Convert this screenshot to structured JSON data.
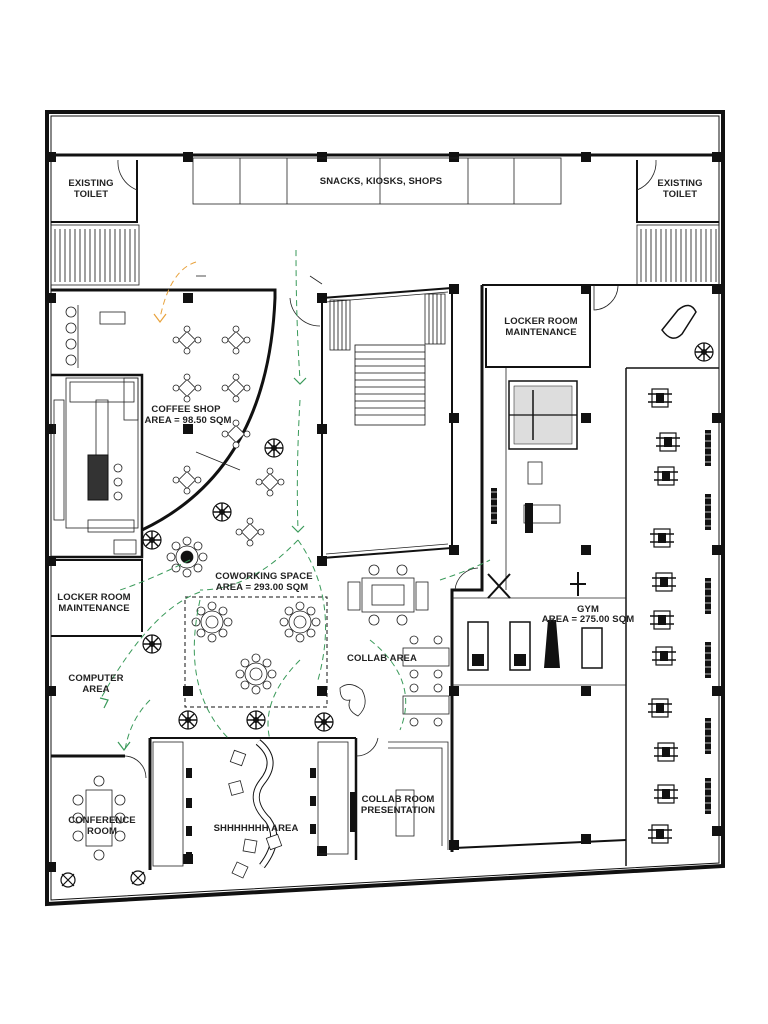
{
  "colors": {
    "wall": "#111111",
    "circulation_flow": "#3a9a5a",
    "entry_arrow": "#e8a23c",
    "background": "#ffffff"
  },
  "rooms": {
    "existing_toilet_left": [
      "EXISTING",
      "TOILET"
    ],
    "existing_toilet_right": [
      "EXISTING",
      "TOILET"
    ],
    "snacks": "SNACKS, KIOSKS, SHOPS",
    "coffee_shop": [
      "COFFEE SHOP",
      "AREA =  98.50 SQM"
    ],
    "coworking": [
      "COWORKING SPACE",
      "AREA = 293.00 SQM"
    ],
    "locker_left": [
      "LOCKER ROOM",
      "MAINTENANCE"
    ],
    "locker_right": [
      "LOCKER ROOM",
      "MAINTENANCE"
    ],
    "computer": [
      "COMPUTER",
      "AREA"
    ],
    "conference": [
      "CONFERENCE",
      "ROOM"
    ],
    "shhh": "SHHHHHHH AREA",
    "collab_area": "COLLAB AREA",
    "collab_room": [
      "COLLAB ROOM",
      "PRESENTATION"
    ],
    "gym": [
      "GYM",
      "AREA =  275.00 SQM"
    ]
  },
  "icons": [
    "door-swing-icon",
    "staircase-icon",
    "tree-icon",
    "round-table-icon",
    "treadmill-icon",
    "gym-machine-icon",
    "ping-pong-table-icon",
    "phone-booth-icon",
    "circulation-arrow-icon"
  ]
}
